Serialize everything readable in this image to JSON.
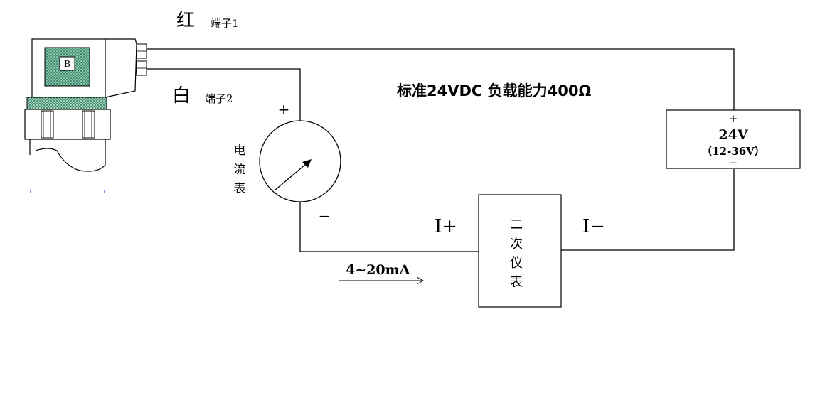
{
  "sensor": {
    "badge": "B",
    "body_color": "#3a8f6e",
    "wire_red_color_label": "红",
    "terminal_1": "端子1",
    "wire_white_color_label": "白",
    "terminal_2": "端子2"
  },
  "ammeter": {
    "plus": "+",
    "minus": "−",
    "label_chars": [
      "电",
      "流",
      "表"
    ]
  },
  "note": "标准24VDC 负载能力400Ω",
  "power_supply": {
    "plus": "+",
    "minus": "−",
    "voltage": "24V",
    "range": "（12-36V）"
  },
  "secondary_instrument": {
    "label_chars": [
      "二",
      "次",
      "仪",
      "表"
    ],
    "input_plus": "I+",
    "input_minus": "I−"
  },
  "current_signal": {
    "label": "4~20mA",
    "arrow_icon": "right-arrow-icon"
  }
}
